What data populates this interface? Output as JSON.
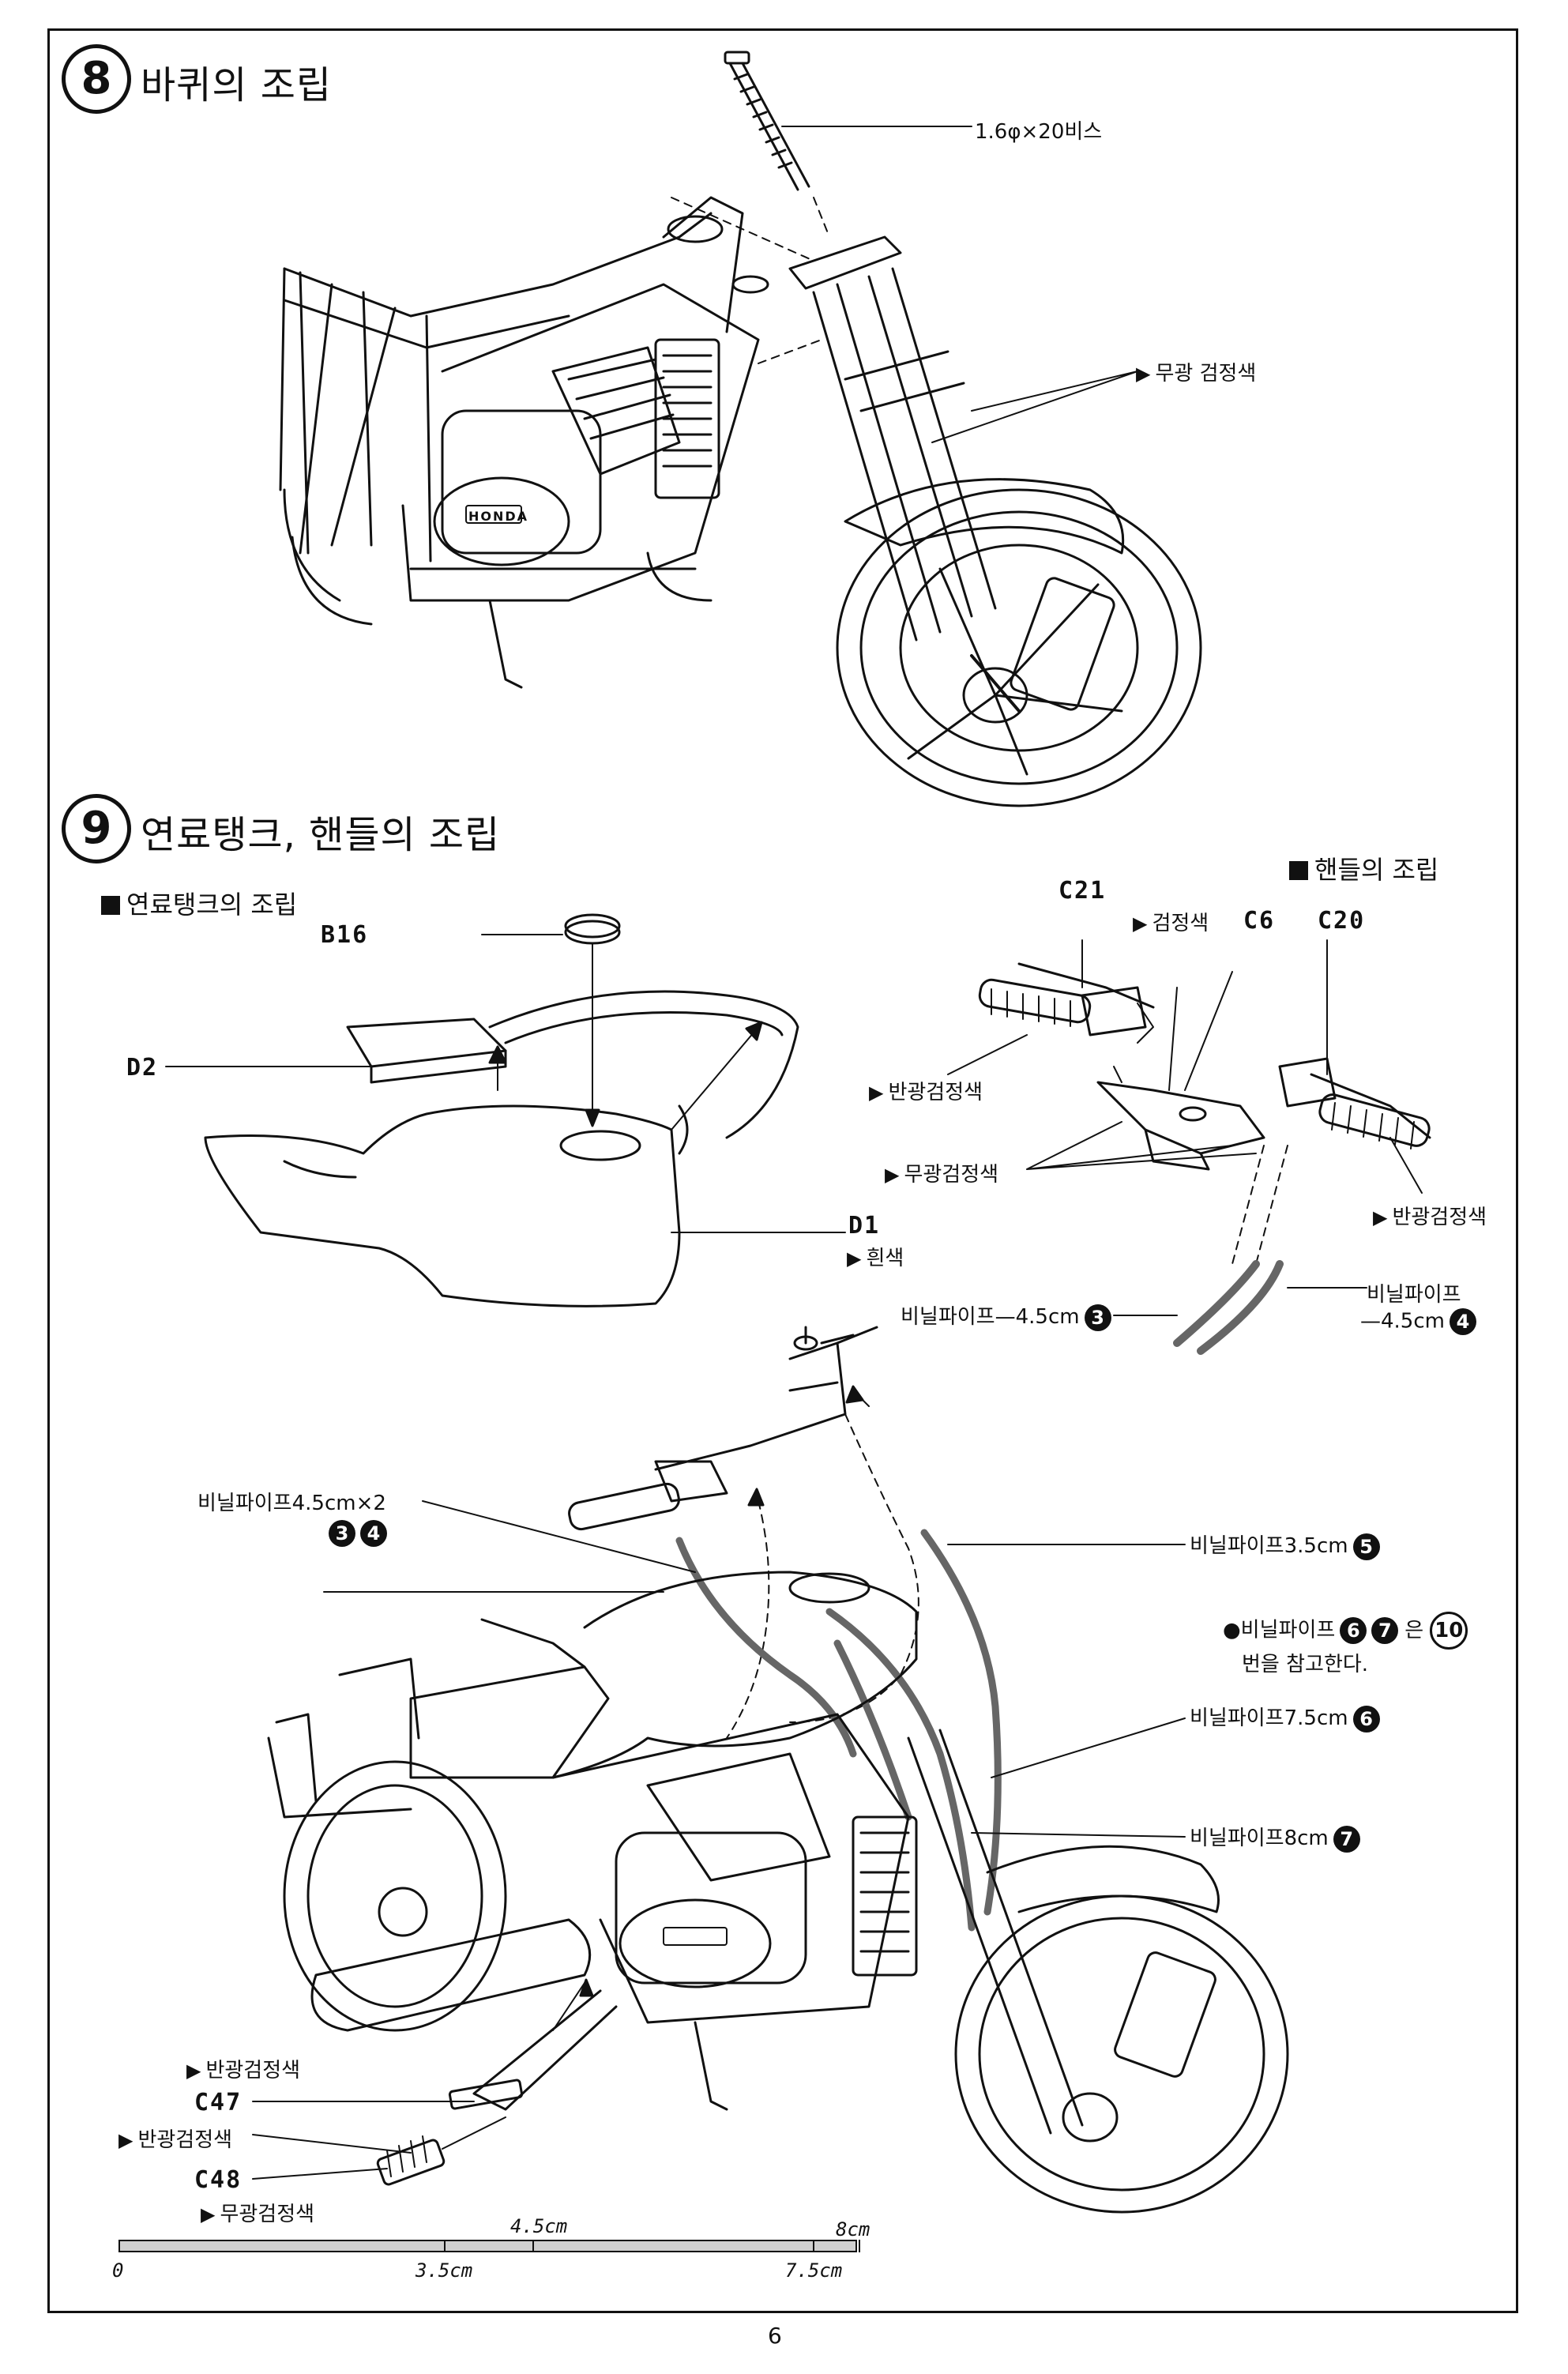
{
  "step8": {
    "number": "8",
    "title": "바퀴의 조립",
    "screw_label": "1.6φ×20비스",
    "fork_paint": "무광 검정색",
    "engine_brand": "HONDA"
  },
  "step9": {
    "number": "9",
    "title": "연료탱크, 핸들의 조립",
    "tank": {
      "subtitle": "연료탱크의 조립",
      "cap_part": "B16",
      "seat_part": "D2",
      "tank_part": "D1",
      "tank_paint": "흰색"
    },
    "handle": {
      "subtitle": "핸들의 조립",
      "left_lever_part": "C21",
      "left_lever_paint": "검정색",
      "clamp_part": "C6",
      "right_lever_part": "C20",
      "left_grip_paint": "반광검정색",
      "clamp_paint": "무광검정색",
      "right_grip_paint": "반광검정색",
      "pipe_left": "비닐파이프—4.5cm",
      "pipe_left_badge": "3",
      "pipe_right_line1": "비닐파이프",
      "pipe_right_line2": "—4.5cm",
      "pipe_right_badge": "4"
    },
    "assembly": {
      "pipe_pair_label": "비닐파이프4.5cm×2",
      "pipe_pair_badge_a": "3",
      "pipe_pair_badge_b": "4",
      "pipe_5_label": "비닐파이프3.5cm",
      "pipe_5_badge": "5",
      "note_prefix": "●비닐파이프",
      "note_badge_a": "6",
      "note_badge_b": "7",
      "note_mid": "은",
      "note_ref": "10",
      "note_line2": "번을 참고한다.",
      "pipe_6_label": "비닐파이프7.5cm",
      "pipe_6_badge": "6",
      "pipe_7_label": "비닐파이프8cm",
      "pipe_7_badge": "7",
      "pedal_paint_top": "반광검정색",
      "pedal_part": "C47",
      "pedal_paint_mid": "반광검정색",
      "step_part": "C48",
      "step_paint": "무광검정색"
    },
    "ruler": {
      "zero": "0",
      "mark_3_5": "3.5cm",
      "mark_4_5": "4.5cm",
      "mark_7_5": "7.5cm",
      "mark_8": "8cm"
    }
  },
  "page_number": "6"
}
